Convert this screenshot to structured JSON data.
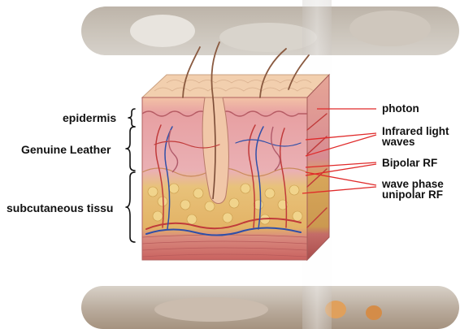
{
  "left_labels": {
    "epidermis": "epidermis",
    "genuine_leather": "Genuine Leather",
    "subcutaneous": "subcutaneous tissu"
  },
  "right_labels": {
    "photon": "photon",
    "infrared_line1": "Infrared light",
    "infrared_line2": "waves",
    "bipolar": "Bipolar RF",
    "wave_phase": "wave phase",
    "unipolar": "unipolar RF"
  },
  "colors": {
    "arrow": "#e02a2a",
    "label_text": "#111111",
    "skin_surface": "#f0c9a8",
    "dermis": "#e7a2a5",
    "fat": "#e8c070",
    "muscle": "#d97a78"
  }
}
